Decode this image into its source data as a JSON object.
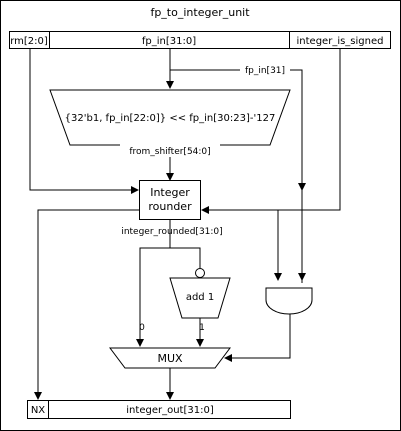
{
  "title": "fp_to_integer_unit",
  "inputs": {
    "rm": "rm[2:0]",
    "fp_in": "fp_in[31:0]",
    "signed": "integer_is_signed"
  },
  "shifter": {
    "expr": "{32'b1, fp_in[22:0]} << fp_in[30:23]-'127",
    "out_label": "from_shifter[54:0]",
    "sign_tap_label": "fp_in[31]"
  },
  "rounder": {
    "line1": "Integer",
    "line2": "rounder",
    "out_label": "integer_rounded[31:0]"
  },
  "adder": {
    "label": "add 1"
  },
  "mux": {
    "label": "MUX",
    "in0": "0",
    "in1": "1"
  },
  "outputs": {
    "nx": "NX",
    "integer_out": "integer_out[31:0]"
  },
  "colors": {
    "stroke": "#000000",
    "background": "#ffffff"
  }
}
